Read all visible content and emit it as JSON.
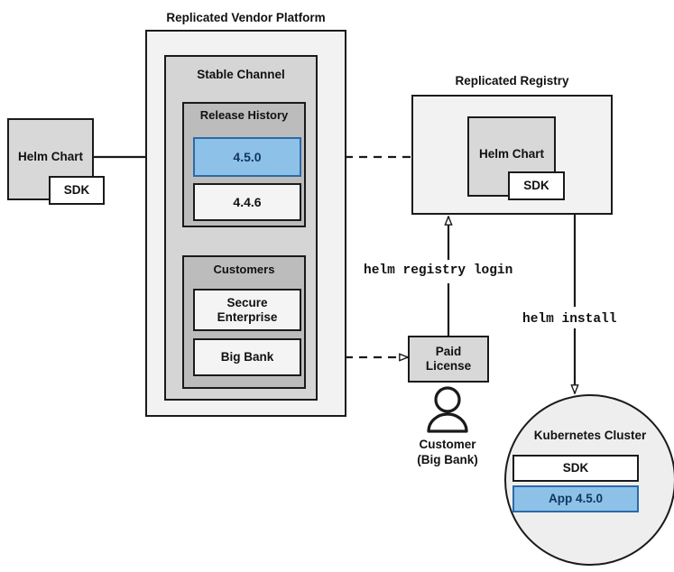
{
  "diagram": {
    "title_platform": "Replicated Vendor Platform",
    "title_registry": "Replicated Registry",
    "groups": {
      "stable_channel": "Stable Channel",
      "release_history": "Release History",
      "customers": "Customers"
    },
    "nodes": {
      "source_helm_chart": "Helm Chart",
      "source_sdk": "SDK",
      "release_current": "4.5.0",
      "release_previous": "4.4.6",
      "customer_secure_enterprise": "Secure\nEnterprise",
      "customer_secure_enterprise_line1": "Secure",
      "customer_secure_enterprise_line2": "Enterprise",
      "customer_big_bank": "Big Bank",
      "registry_helm_chart": "Helm Chart",
      "registry_sdk": "SDK",
      "paid_license_line1": "Paid",
      "paid_license_line2": "License",
      "customer_actor_line1": "Customer",
      "customer_actor_line2": "(Big Bank)",
      "cluster_title": "Kubernetes Cluster",
      "cluster_sdk": "SDK",
      "cluster_app": "App 4.5.0"
    },
    "commands": {
      "registry_login": "helm registry login",
      "install": "helm install"
    },
    "colors": {
      "accent_blue_fill": "#8dc1e8",
      "accent_blue_border": "#2a6aa8",
      "accent_blue_text": "#10355e",
      "stroke": "#1a1a1a",
      "platform_fill": "#f2f2f2",
      "channel_fill": "#d5d5d5",
      "release_fill": "#bcbcbc",
      "node_fill": "#d8d8d8",
      "cluster_fill": "#eeeeee"
    }
  }
}
